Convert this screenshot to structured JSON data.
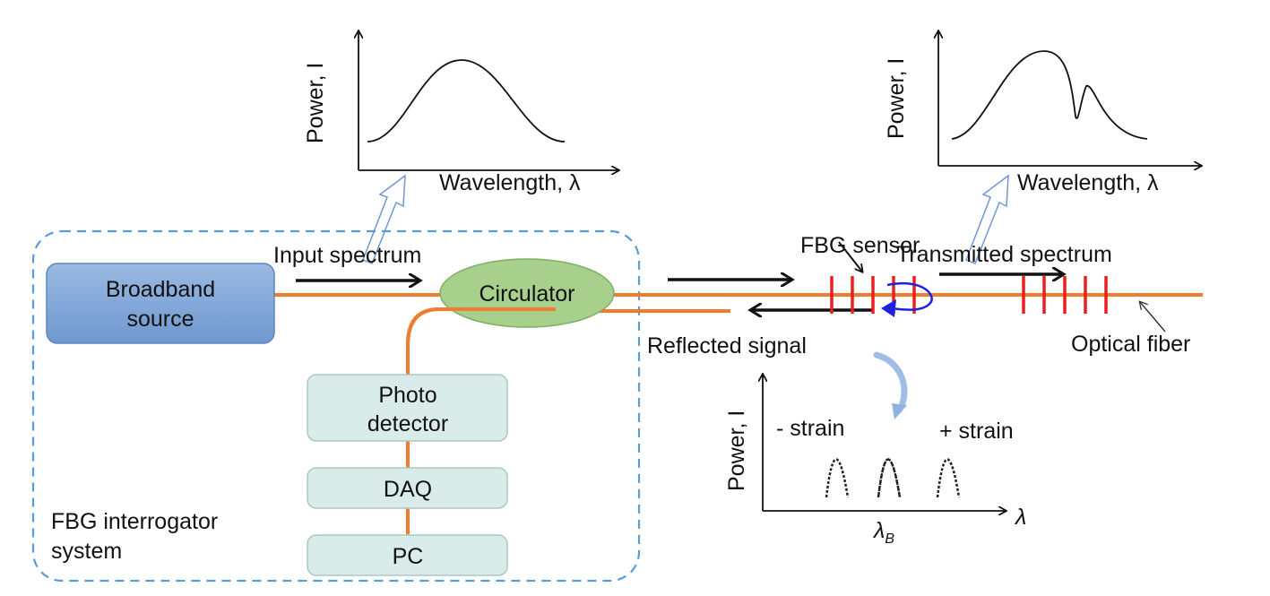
{
  "colors": {
    "fiber": "#ef7d2d",
    "grating": "#e8201e",
    "source_box": "#7ea6d6",
    "circulator": "#a8d08d",
    "detector_boxes": "#d9ecea",
    "dashed_border": "#5b9bd5",
    "reflection_loop": "#1f1fe0"
  },
  "input_plot": {
    "ylabel": "Power, I",
    "xlabel": "Wavelength, λ"
  },
  "transmitted_plot": {
    "ylabel": "Power, I",
    "xlabel": "Wavelength, λ"
  },
  "reflected_plot": {
    "ylabel": "Power, I",
    "xlabel": "λ",
    "center_label": "λ",
    "center_sub": "B",
    "neg_label": "- strain",
    "pos_label": "+ strain"
  },
  "interrogator": {
    "source_line1": "Broadband",
    "source_line2": "source",
    "circulator": "Circulator",
    "detector_line1": "Photo",
    "detector_line2": "detector",
    "daq": "DAQ",
    "pc": "PC",
    "system_line1": "FBG interrogator",
    "system_line2": "system"
  },
  "labels": {
    "input_spectrum": "Input spectrum",
    "fbg_sensor": "FBG sensor",
    "transmitted_spectrum": "Transmitted spectrum",
    "reflected_signal": "Reflected signal",
    "optical_fiber": "Optical fiber"
  }
}
